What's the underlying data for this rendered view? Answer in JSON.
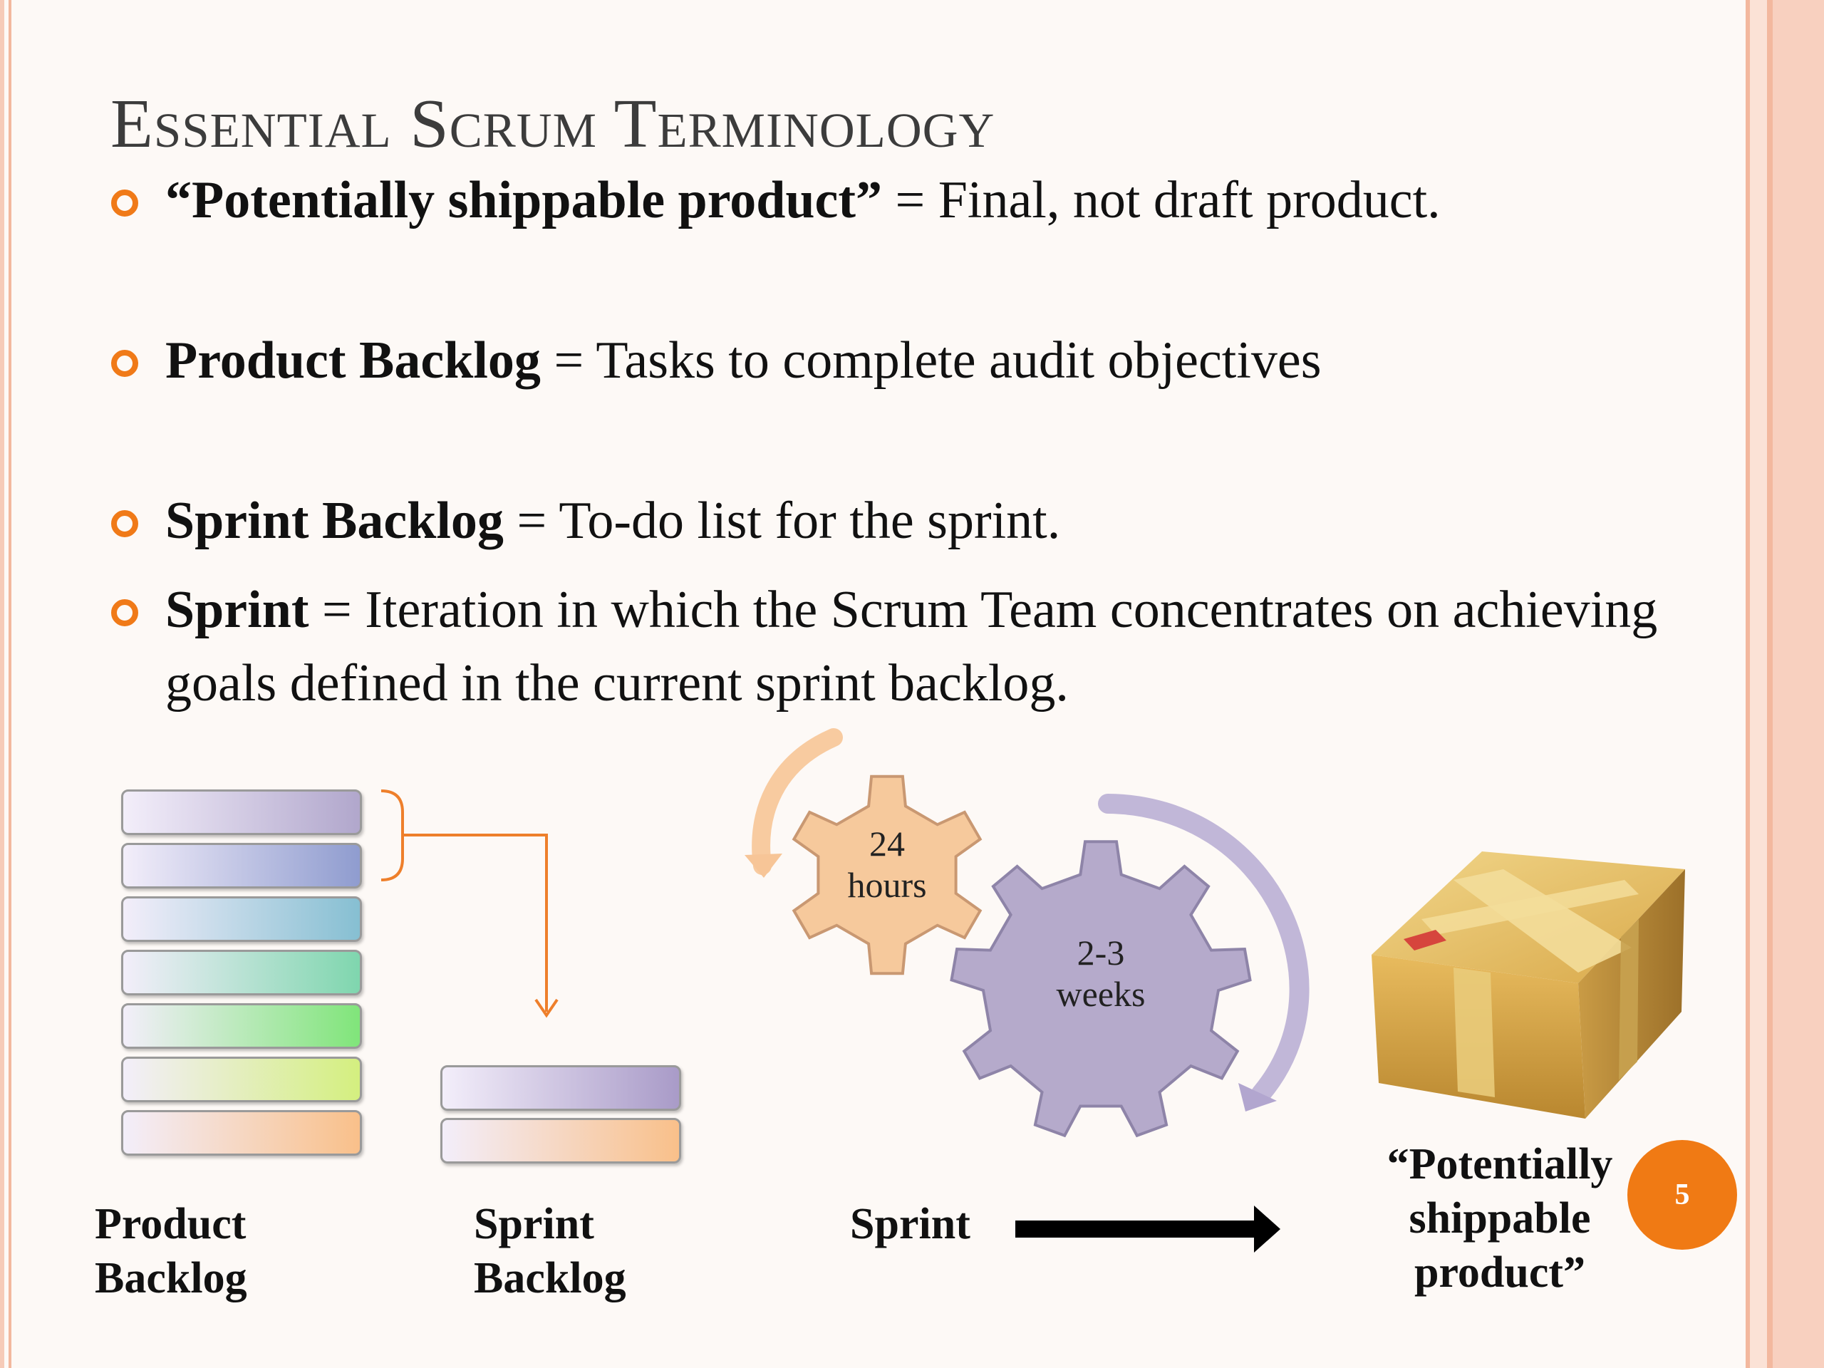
{
  "slide": {
    "title": "Essential Scrum Terminology",
    "page_number": "5"
  },
  "bullets": [
    {
      "term": "“Potentially shippable product”",
      "definition": " = Final, not draft product."
    },
    {
      "term": "Product Backlog",
      "definition": " = Tasks to complete audit objectives"
    },
    {
      "term": "Sprint Backlog",
      "definition": " = To-do list for the sprint."
    },
    {
      "term": "Sprint",
      "definition": " = Iteration in which the Scrum Team concentrates on achieving goals defined in the current sprint backlog."
    }
  ],
  "diagram": {
    "product_backlog_label": "Product Backlog",
    "sprint_backlog_label": "Sprint Backlog",
    "small_gear_label": "24 hours",
    "big_gear_label": "2-3 weeks",
    "sprint_label": "Sprint",
    "product_label": "“Potentially shippable product”",
    "colors": {
      "bullet_accent": "#f07a18",
      "arrow": "#ee7f2b",
      "small_gear": "#f6c99c",
      "big_gear": "#b5aacb",
      "badge": "#f07a14"
    },
    "product_backlog_bar_colors": [
      "#b1a7cc",
      "#8f9ccf",
      "#86bfd2",
      "#7fd6ae",
      "#80e57a",
      "#d4ef7f",
      "#f9c08a"
    ],
    "sprint_backlog_bar_colors": [
      "#a99bc8",
      "#f9c08a"
    ]
  }
}
